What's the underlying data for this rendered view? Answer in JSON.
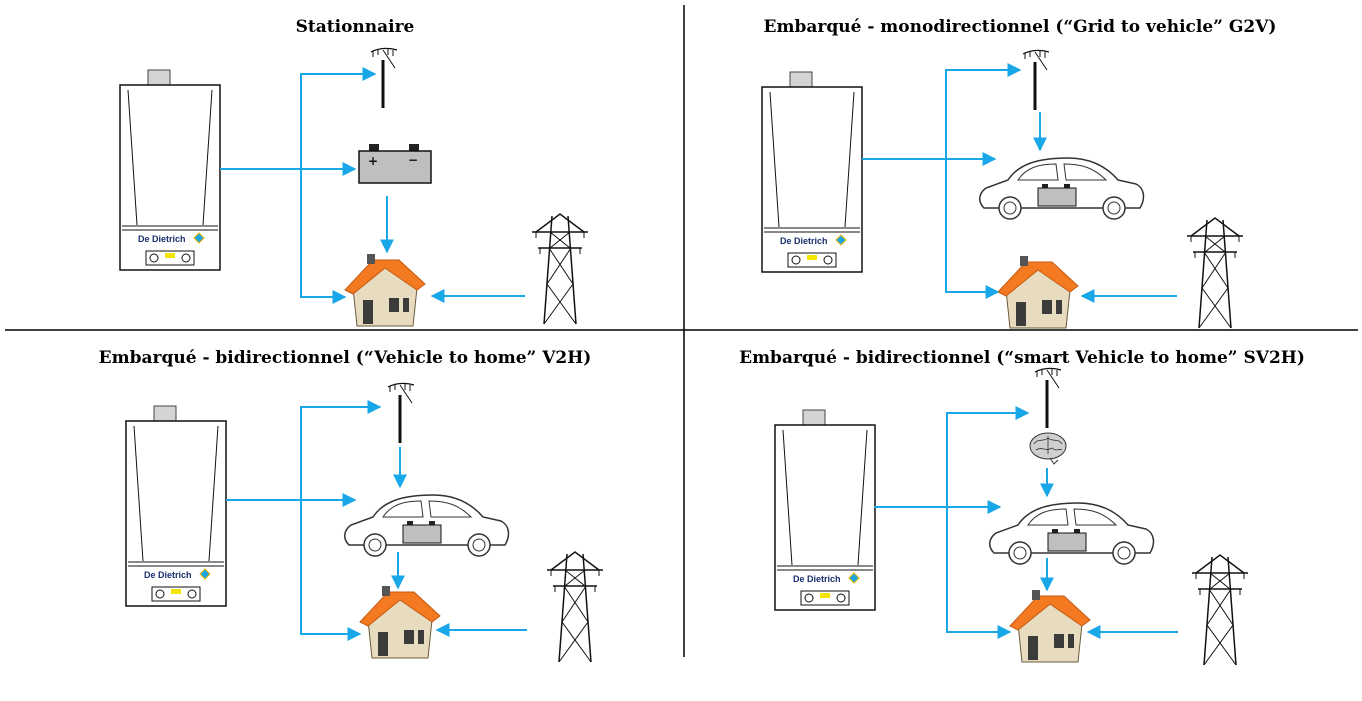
{
  "accent_color": "#1aa7e8",
  "panels": [
    {
      "title": "Stationnaire",
      "storage": "battery",
      "smart": false
    },
    {
      "title": "Embarqué - monodirectionnel (“Grid to vehicle” G2V)",
      "storage": "car",
      "smart": false
    },
    {
      "title": "Embarqué - bidirectionnel (“Vehicle to home” V2H)",
      "storage": "car-bidirectional",
      "smart": false
    },
    {
      "title": "Embarqué - bidirectionnel (“smart Vehicle to home” SV2H)",
      "storage": "car-bidirectional",
      "smart": true
    }
  ],
  "boiler_brand": "De Dietrich"
}
